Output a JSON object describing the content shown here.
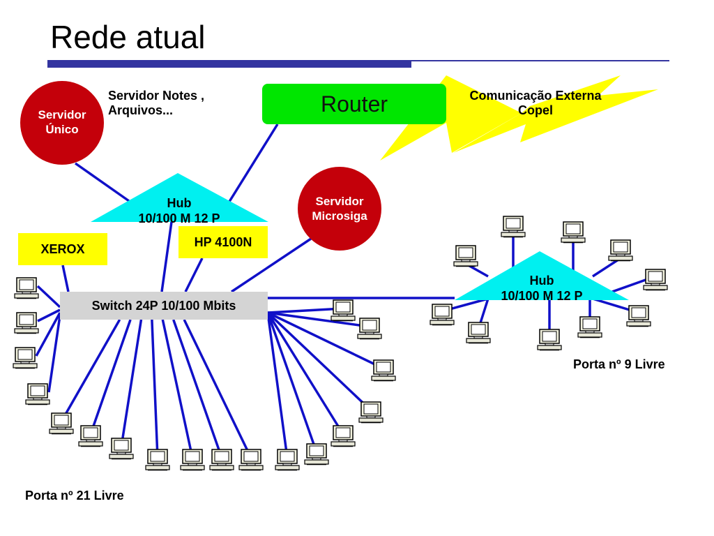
{
  "title": "Rede atual",
  "router": {
    "label": "Router"
  },
  "external": {
    "line1": "Comunicação Externa",
    "line2": "Copel"
  },
  "servers": {
    "unico": {
      "line1": "Servidor",
      "line2": "Único"
    },
    "microsiga": {
      "line1": "Servidor",
      "line2": "Microsiga"
    },
    "notes_note": {
      "line1": "Servidor Notes ,",
      "line2": "Arquivos..."
    }
  },
  "hub_left": {
    "line1": "Hub",
    "line2": "10/100 M 12 P"
  },
  "hub_right": {
    "line1": "Hub",
    "line2": "10/100 M 12 P"
  },
  "xerox": {
    "label": "XEROX"
  },
  "hp_printer": {
    "label": "HP 4100N"
  },
  "switch": {
    "label": "Switch 24P 10/100 Mbits"
  },
  "notes": {
    "port_21": "Porta nº 21 Livre",
    "port_9": "Porta nº 9 Livre"
  },
  "colors": {
    "link": "#1010c8",
    "server": "#c4000a",
    "router": "#00e600",
    "hub": "#00f0f0",
    "label_box": "#ffff00",
    "switch": "#d4d4d4",
    "lightning": "#ffff00",
    "title_rule": "#3334a0"
  },
  "icons": {
    "workstation": "computer-icon",
    "lightning": "lightning-bolt-icon"
  }
}
